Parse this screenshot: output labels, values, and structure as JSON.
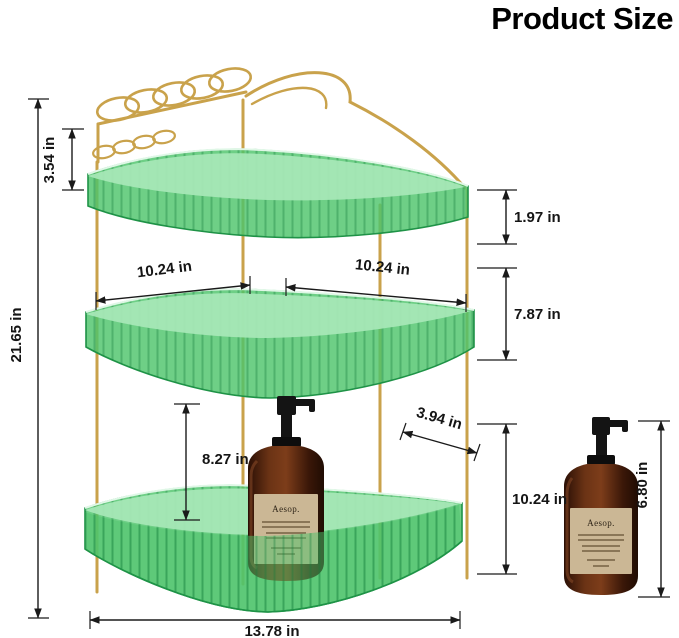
{
  "title": "Product Size",
  "dimensions": {
    "total_height": "21.65 in",
    "top_section": "3.54 in",
    "tier1_to_tier2": "1.97 in",
    "shelf_width_left": "10.24 in",
    "shelf_width_right": "10.24 in",
    "tier2_spacing": "7.87 in",
    "shelf_depth": "3.94 in",
    "tier3_clearance": "8.27 in",
    "tier3_spacing": "10.24 in",
    "base_width": "13.78 in",
    "bottle_height": "6.80 in"
  },
  "product": {
    "bottle_brand": "Aesop."
  },
  "colors": {
    "tray_green": "#4ec46b",
    "tray_floor_green": "#a5e7b6",
    "frame_gold": "#c9a24b",
    "bottle_amber": "#4a2113",
    "bottle_label_tan": "#cbb795",
    "dimension_line": "#1a1a1a",
    "background": "#ffffff"
  }
}
